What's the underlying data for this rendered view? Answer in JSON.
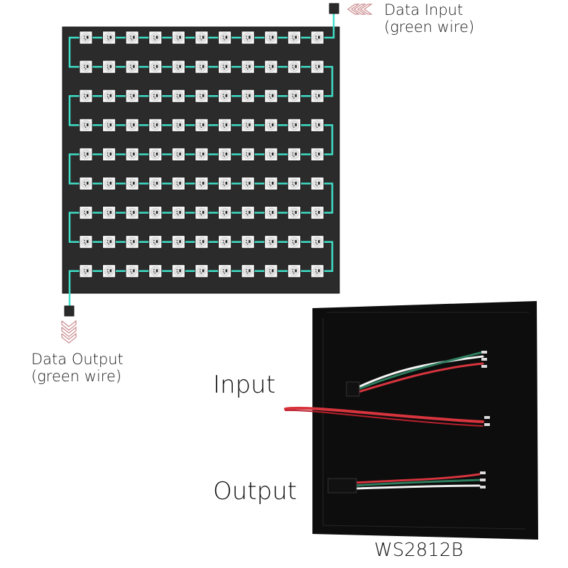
{
  "diagram": {
    "matrix": {
      "rows": 9,
      "cols": 11,
      "wiring": "serpentine",
      "start": "top-right",
      "end": "bottom-left"
    },
    "input_label": {
      "line1": "Data Input",
      "line2": "(green wire)"
    },
    "output_label": {
      "line1": "Data Output",
      "line2": "(green wire)"
    },
    "photo": {
      "input_label": "Input",
      "output_label": "Output",
      "caption": "WS2812B"
    },
    "colors": {
      "board": "#2b2b2b",
      "trace": "#3fe0c8",
      "led_body": "#f4f4f4",
      "arrow": "#c9898c",
      "connector": "#2a2a2a",
      "panel": "#0d0d0d",
      "wire_red": "#d8343e",
      "wire_green": "#2e7d5e",
      "wire_white": "#f5f5f5"
    }
  }
}
